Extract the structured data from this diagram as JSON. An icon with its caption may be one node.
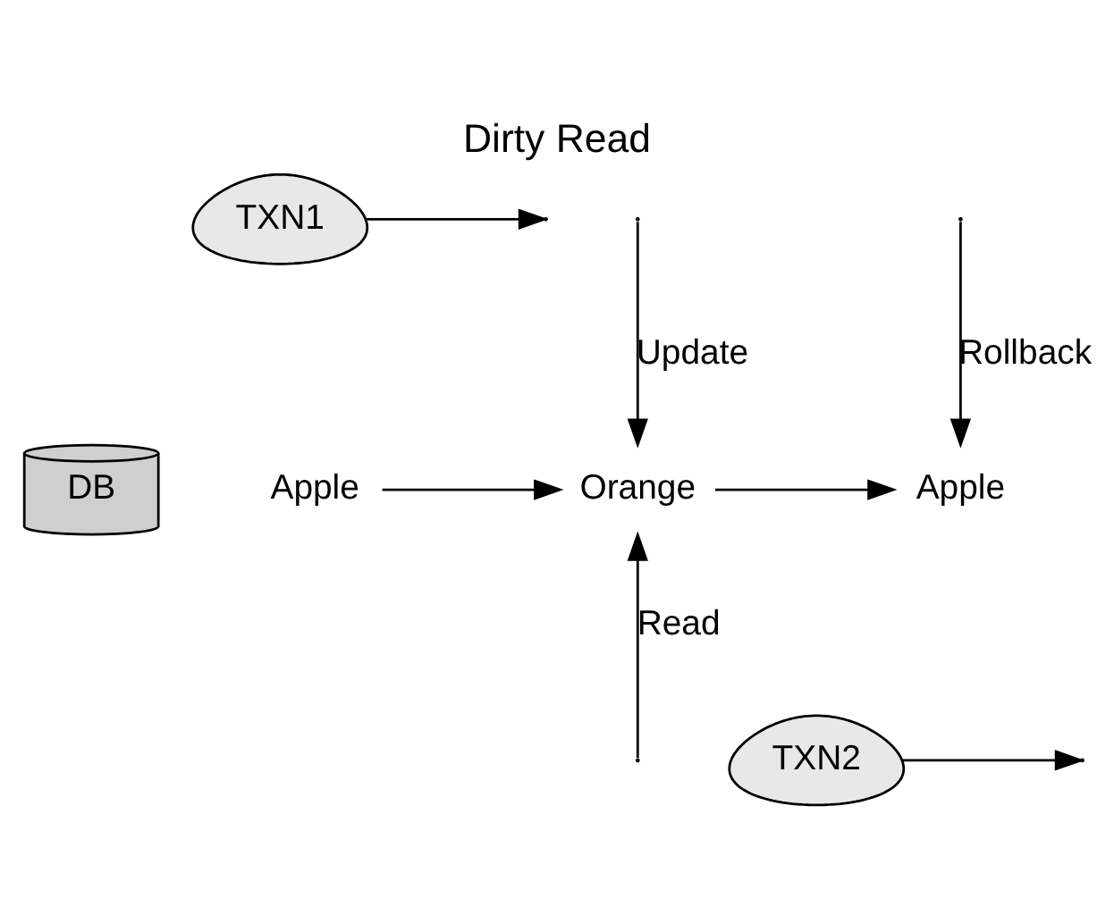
{
  "diagram": {
    "title": "Dirty Read",
    "nodes": [
      {
        "text": [
          "TXN1"
        ]
      },
      {
        "text": [
          "DB"
        ]
      },
      {
        "text": [
          "Apple"
        ]
      },
      {
        "text": [
          "Orange"
        ]
      },
      {
        "text": [
          "Apple"
        ]
      },
      {
        "text": [
          "TXN2"
        ]
      }
    ],
    "edges": [
      {
        "from": 0,
        "to": null,
        "arrow": "to"
      },
      {
        "from": null,
        "to": 3,
        "label": "Update",
        "arrow": "to"
      },
      {
        "from": 2,
        "to": 3,
        "arrow": "to"
      },
      {
        "from": 3,
        "to": 4,
        "arrow": "to"
      },
      {
        "from": null,
        "to": 4,
        "label": "Rollback",
        "arrow": "to"
      },
      {
        "from": null,
        "to": 3,
        "label": "Read",
        "arrow": "to"
      },
      {
        "from": 5,
        "to": null,
        "arrow": "to"
      }
    ]
  }
}
